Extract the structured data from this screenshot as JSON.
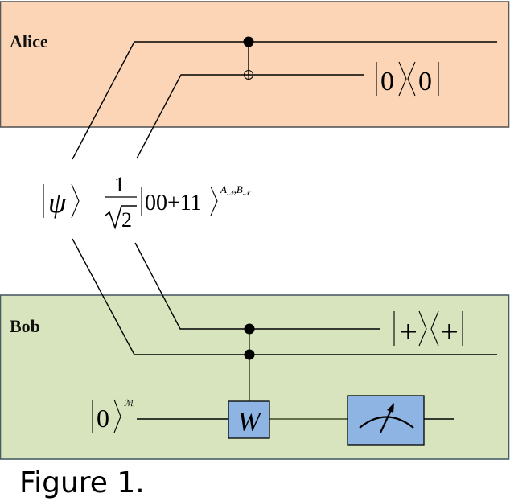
{
  "colors": {
    "alice_fill": "#FBD5B5",
    "bob_fill": "#D7E4BD",
    "border": "#595959",
    "gate_fill": "#8EB4E3"
  },
  "regions": {
    "alice": {
      "label": "Alice"
    },
    "bob": {
      "label": "Bob"
    }
  },
  "states": {
    "psi": {
      "symbol": "ψ"
    },
    "bell": {
      "numerator": "1",
      "radicand": "2",
      "ket": "00+11",
      "superscript_a": "A",
      "superscript_b": "B",
      "subscript": "𝒩",
      "comma": ","
    },
    "ancilla": {
      "ket": "0",
      "superscript": "ℳ"
    }
  },
  "projectors": {
    "alice": {
      "ket": "0",
      "bra": "0"
    },
    "bob": {
      "ket": "+",
      "bra": "+"
    }
  },
  "gates": {
    "w": {
      "label": "W"
    },
    "measure": {
      "icon": "meter-icon"
    }
  },
  "caption": "Figure 1."
}
